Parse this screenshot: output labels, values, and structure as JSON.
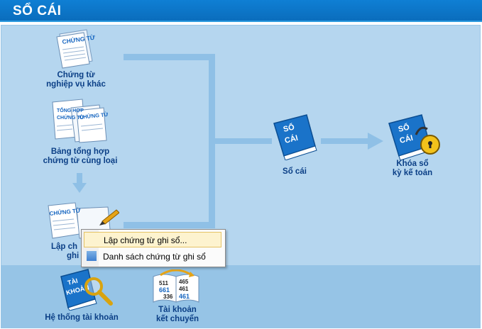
{
  "header": {
    "title": "SỔ CÁI"
  },
  "nodes": {
    "chung_tu_nghiep_vu_khac": {
      "label_line1": "Chứng từ",
      "label_line2": "nghiệp vụ khác",
      "icon_text": "CHỨNG TỪ"
    },
    "bang_tong_hop": {
      "label_line1": "Bảng tổng hợp",
      "label_line2": "chứng từ cùng loại",
      "icon_text1": "TỔNG HỢP",
      "icon_text2": "CHỨNG TỪ",
      "icon_text3": "CHỨNG TỪ"
    },
    "lap_chung_tu_ghi_so": {
      "label_line1": "Lập ch",
      "label_line2": "ghi",
      "icon_text": "CHỨNG TỪ"
    },
    "so_cai": {
      "label": "Sổ cái",
      "icon_text1": "SỔ",
      "icon_text2": "CÁI"
    },
    "khoa_so": {
      "label_line1": "Khóa sổ",
      "label_line2": "kỳ kế toán",
      "icon_text1": "SỔ",
      "icon_text2": "CÁI"
    },
    "he_thong_tai_khoan": {
      "label": "Hệ thống tài khoản",
      "icon_text1": "TÀI",
      "icon_text2": "KHOẢN"
    },
    "tai_khoan_ket_chuyen": {
      "label_line1": "Tài khoản",
      "label_line2": "kết chuyển",
      "icon_numbers": [
        "511",
        "465",
        "661",
        "461",
        "336",
        "461"
      ]
    }
  },
  "context_menu": {
    "items": [
      {
        "label": "Lập chứng từ ghi sổ..."
      },
      {
        "label": "Danh sách chứng từ ghi sổ"
      }
    ]
  },
  "colors": {
    "header": "#0a6cbb",
    "panel": "#b5d6ef",
    "label": "#0b3f86",
    "connector": "#8fc0e6"
  }
}
